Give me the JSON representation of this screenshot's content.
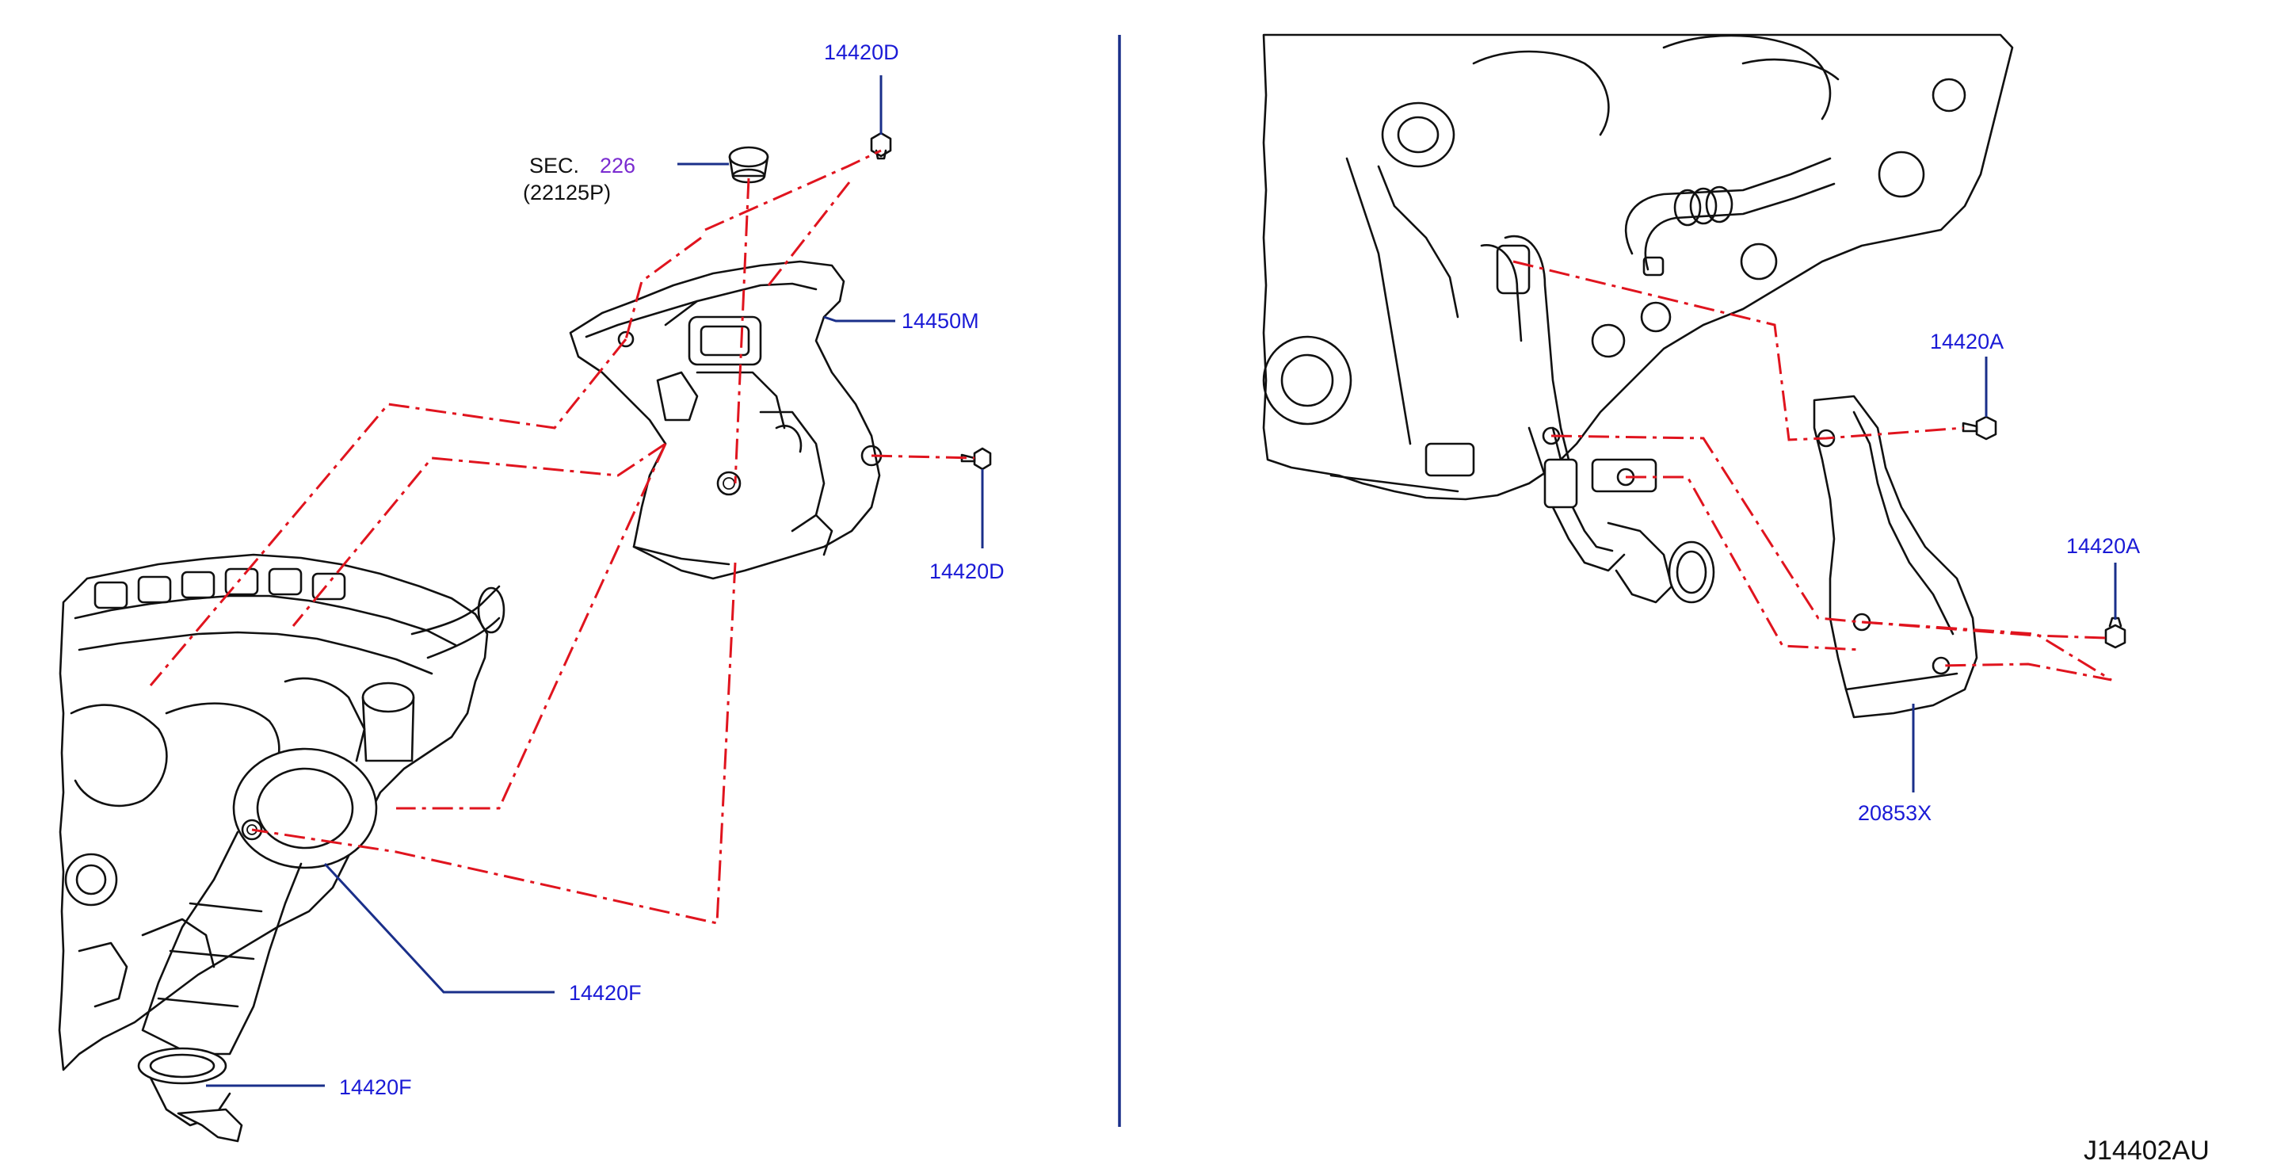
{
  "diagram": {
    "reference_code": "J14402AU",
    "labels": {
      "part_14420D_top": "14420D",
      "part_14420D_mid": "14420D",
      "part_14450M": "14450M",
      "part_14420F_a": "14420F",
      "part_14420F_b": "14420F",
      "part_14420A_a": "14420A",
      "part_14420A_b": "14420A",
      "part_20853X": "20853X",
      "sec_prefix": "SEC.",
      "sec_number": "226",
      "sec_part": "(22125P)"
    },
    "colors": {
      "label_blue": "#1a1ad6",
      "leader_navy": "#1a2f8a",
      "dash_red": "#e0141e",
      "sec_purple": "#7a2bd0",
      "ink": "#111111"
    }
  }
}
